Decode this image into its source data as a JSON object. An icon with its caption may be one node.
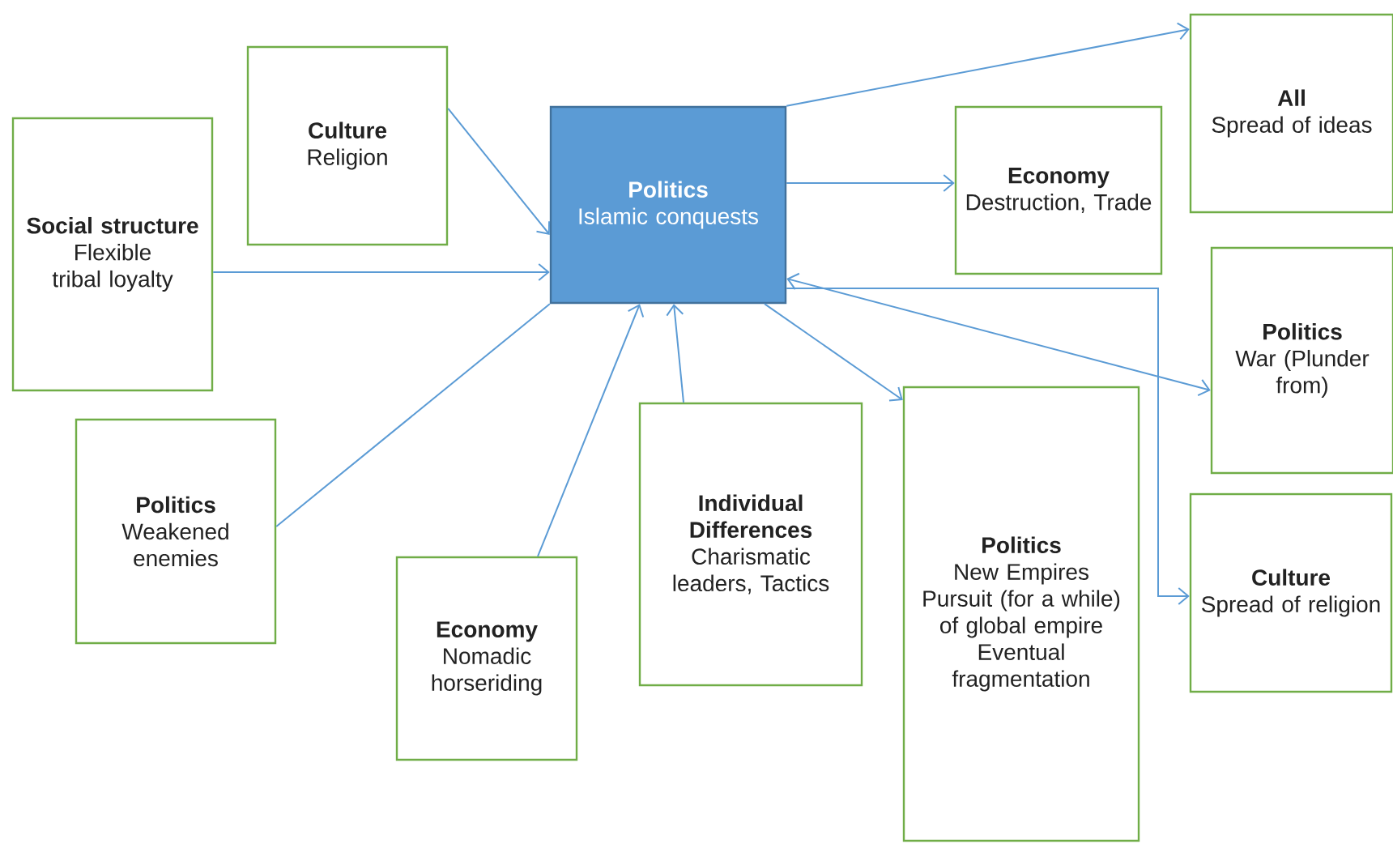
{
  "diagram": {
    "nodes": [
      {
        "text": [
          "Social structure",
          "Flexible tribal loyalty"
        ]
      },
      {
        "text": [
          "Culture",
          "Religion"
        ]
      },
      {
        "text": [
          "Politics",
          "Islamic conquests"
        ]
      },
      {
        "text": [
          "Economy",
          "Destruction, Trade"
        ]
      },
      {
        "text": [
          "All",
          "Spread of ideas"
        ]
      },
      {
        "text": [
          "Politics",
          "War (Plunder from)"
        ]
      },
      {
        "text": [
          "Politics",
          "Weakened enemies"
        ]
      },
      {
        "text": [
          "Economy",
          "Nomadic horseriding"
        ]
      },
      {
        "text": [
          "Individual Differences",
          "Charismatic leaders, Tactics"
        ]
      },
      {
        "text": [
          "Politics",
          "New Empires",
          "Pursuit (for a while) of global empire",
          "Eventual fragmentation"
        ]
      },
      {
        "text": [
          "Culture",
          "Spread of religion"
        ]
      }
    ],
    "edges": [
      {
        "from": 1,
        "to": 2,
        "arrow": "to"
      },
      {
        "from": 0,
        "to": 2,
        "arrow": "to"
      },
      {
        "from": 6,
        "to": 2,
        "arrow": "none"
      },
      {
        "from": 7,
        "to": 2,
        "arrow": "to"
      },
      {
        "from": 8,
        "to": 2,
        "arrow": "to"
      },
      {
        "from": 2,
        "to": 3,
        "arrow": "to"
      },
      {
        "from": 2,
        "to": 4,
        "arrow": "to"
      },
      {
        "from": 2,
        "to": 5,
        "arrow": "both"
      },
      {
        "from": 2,
        "to": 9,
        "arrow": "to"
      },
      {
        "from": 2,
        "to": 10,
        "arrow": "to"
      }
    ]
  }
}
